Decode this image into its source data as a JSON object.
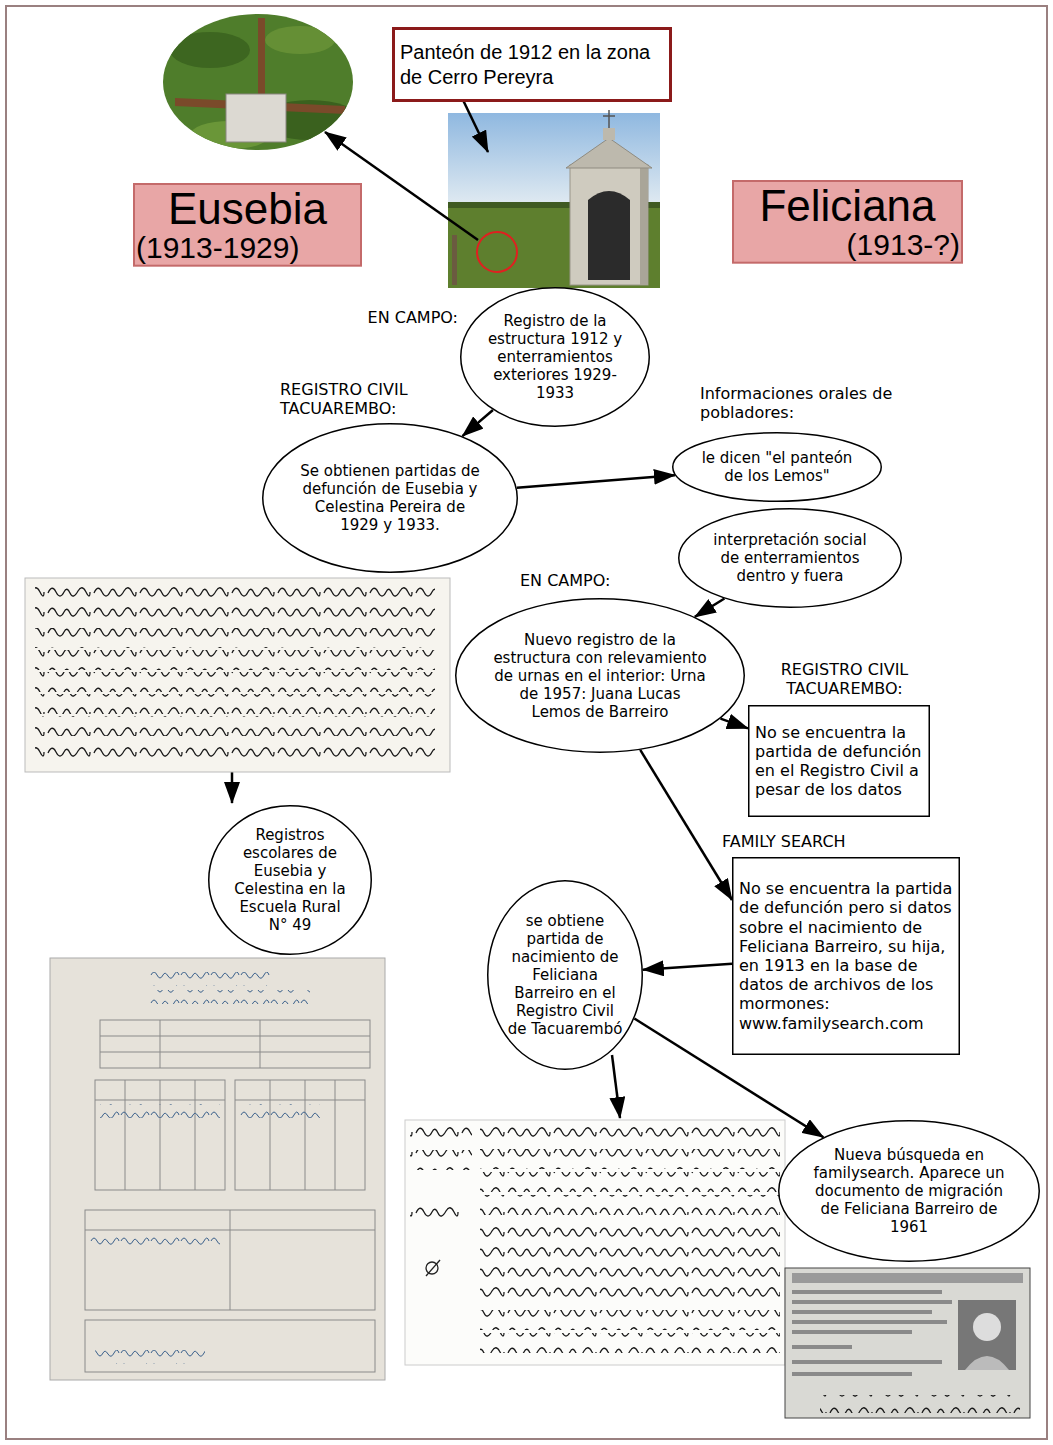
{
  "diagram": {
    "nodes": [
      {
        "text": [
          "Panteón de 1912 en la zona de Cerro Pereyra"
        ]
      },
      {
        "text": [
          "Eusebia",
          "(1913-1929)"
        ]
      },
      {
        "text": [
          "Feliciana",
          "(1913-?)"
        ]
      },
      {
        "text": [
          "EN CAMPO:",
          "Registro de la estructura 1912 y enterramientos exteriores 1929-1933"
        ]
      },
      {
        "text": [
          "REGISTRO CIVIL TACUAREMBO:",
          "Se obtienen partidas de defunción de Eusebia y Celestina Pereira de 1929 y 1933."
        ]
      },
      {
        "text": [
          "Informaciones orales de pobladores:",
          "le dicen \"el panteón de los Lemos\""
        ]
      },
      {
        "text": [
          "interpretación social de enterramientos dentro y fuera"
        ]
      },
      {
        "text": [
          "EN CAMPO:",
          "Nuevo registro de la estructura con relevamiento de urnas en el interior: Urna de 1957: Juana Lucas Lemos de Barreiro"
        ]
      },
      {
        "text": [
          "REGISTRO CIVIL TACUAREMBO:",
          "No se encuentra la partida de defunción en el Registro Civil a pesar de los datos"
        ]
      },
      {
        "text": [
          "Registros escolares de Eusebia y Celestina en la Escuela Rural N° 49"
        ]
      },
      {
        "text": [
          "FAMILY SEARCH",
          "No se encuentra la partida de defunción pero si datos sobre el nacimiento de Feliciana Barreiro, su hija, en 1913 en la base de datos de archivos de los mormones: www.familysearch.com"
        ]
      },
      {
        "text": [
          "se obtiene partida de nacimiento de Feliciana Barreiro en el Registro Civil de Tacuarembó"
        ]
      },
      {
        "text": [
          "Nueva búsqueda en familysearch. Aparece un documento de migración de Feliciana Barreiro de 1961"
        ]
      }
    ],
    "edges": [
      {
        "from": 3,
        "to": 4,
        "arrow": "to"
      },
      {
        "from": 4,
        "to": 5,
        "arrow": "to"
      },
      {
        "from": 6,
        "to": 7,
        "arrow": "to"
      },
      {
        "from": 7,
        "to": 8,
        "arrow": "to"
      },
      {
        "from": 7,
        "to": 10,
        "arrow": "to"
      },
      {
        "from": 10,
        "to": 11,
        "arrow": "to"
      },
      {
        "from": 11,
        "to": 12,
        "arrow": "to"
      }
    ]
  }
}
